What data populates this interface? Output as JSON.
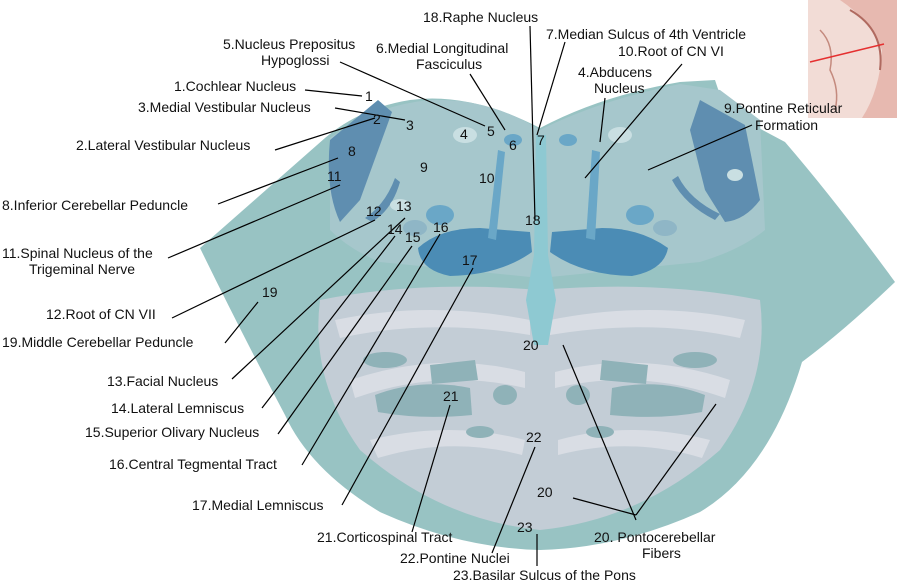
{
  "labels": {
    "l1": "1.Cochlear Nucleus",
    "l2": "2.Lateral Vestibular Nucleus",
    "l3": "3.Medial Vestibular Nucleus",
    "l4a": "4.Abducens",
    "l4b": "Nucleus",
    "l5a": "5.Nucleus Prepositus",
    "l5b": "Hypoglossi",
    "l6a": "6.Medial Longitudinal",
    "l6b": "Fasciculus",
    "l7": "7.Median Sulcus of 4th Ventricle",
    "l8": "8.Inferior Cerebellar Peduncle",
    "l9a": "9.Pontine Reticular",
    "l9b": "Formation",
    "l10": "10.Root of CN VI",
    "l11a": "11.Spinal Nucleus of the",
    "l11b": "Trigeminal Nerve",
    "l12": "12.Root of CN VII",
    "l13": "13.Facial Nucleus",
    "l14": "14.Lateral Lemniscus",
    "l15": "15.Superior Olivary Nucleus",
    "l16": "16.Central Tegmental Tract",
    "l17": "17.Medial Lemniscus",
    "l18": "18.Raphe Nucleus",
    "l19": "19.Middle Cerebellar Peduncle",
    "l20a": "20. Pontocerebellar",
    "l20b": "Fibers",
    "l21": "21.Corticospinal Tract",
    "l22": "22.Pontine Nuclei",
    "l23": "23.Basilar Sulcus of the Pons"
  },
  "numbers": {
    "n1": "1",
    "n2": "2",
    "n3": "3",
    "n4": "4",
    "n5": "5",
    "n6": "6",
    "n7": "7",
    "n8": "8",
    "n9": "9",
    "n10": "10",
    "n11": "11",
    "n12": "12",
    "n13": "13",
    "n14": "14",
    "n15": "15",
    "n16": "16",
    "n17": "17",
    "n18": "18",
    "n19": "19",
    "n20a": "20",
    "n20b": "20",
    "n21": "21",
    "n22": "22",
    "n23": "23"
  },
  "colors": {
    "tegmentum": "#a6c7cc",
    "basilar": "#c3cdd6",
    "cerebellar_peduncle": "#98c3c3",
    "dark_nuclei": "#5f8eb0",
    "medial_lemniscus": "#4b8cb5",
    "pale_fibers": "#d9dde4",
    "raphe": "#8ec9d2"
  }
}
